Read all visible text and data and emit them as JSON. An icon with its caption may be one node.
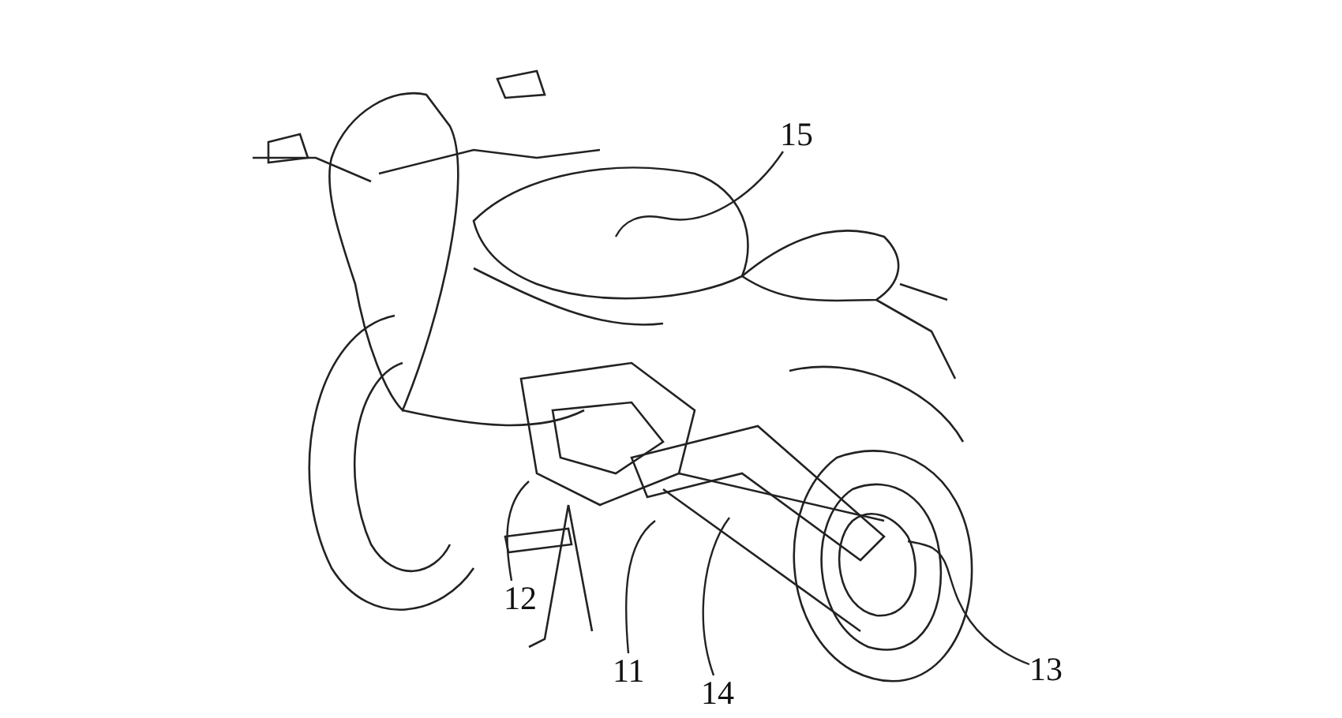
{
  "diagram": {
    "nodes": [
      {
        "text": [
          "15"
        ]
      },
      {
        "text": [
          "12"
        ]
      },
      {
        "text": [
          "11"
        ]
      },
      {
        "text": [
          "14"
        ]
      },
      {
        "text": [
          "13"
        ]
      }
    ],
    "edges": [
      {
        "from": 0,
        "to": null,
        "arrow": "none"
      },
      {
        "from": 1,
        "to": null,
        "arrow": "none"
      },
      {
        "from": 2,
        "to": null,
        "arrow": "none"
      },
      {
        "from": 3,
        "to": null,
        "arrow": "none"
      },
      {
        "from": 4,
        "to": null,
        "arrow": "none"
      }
    ]
  }
}
